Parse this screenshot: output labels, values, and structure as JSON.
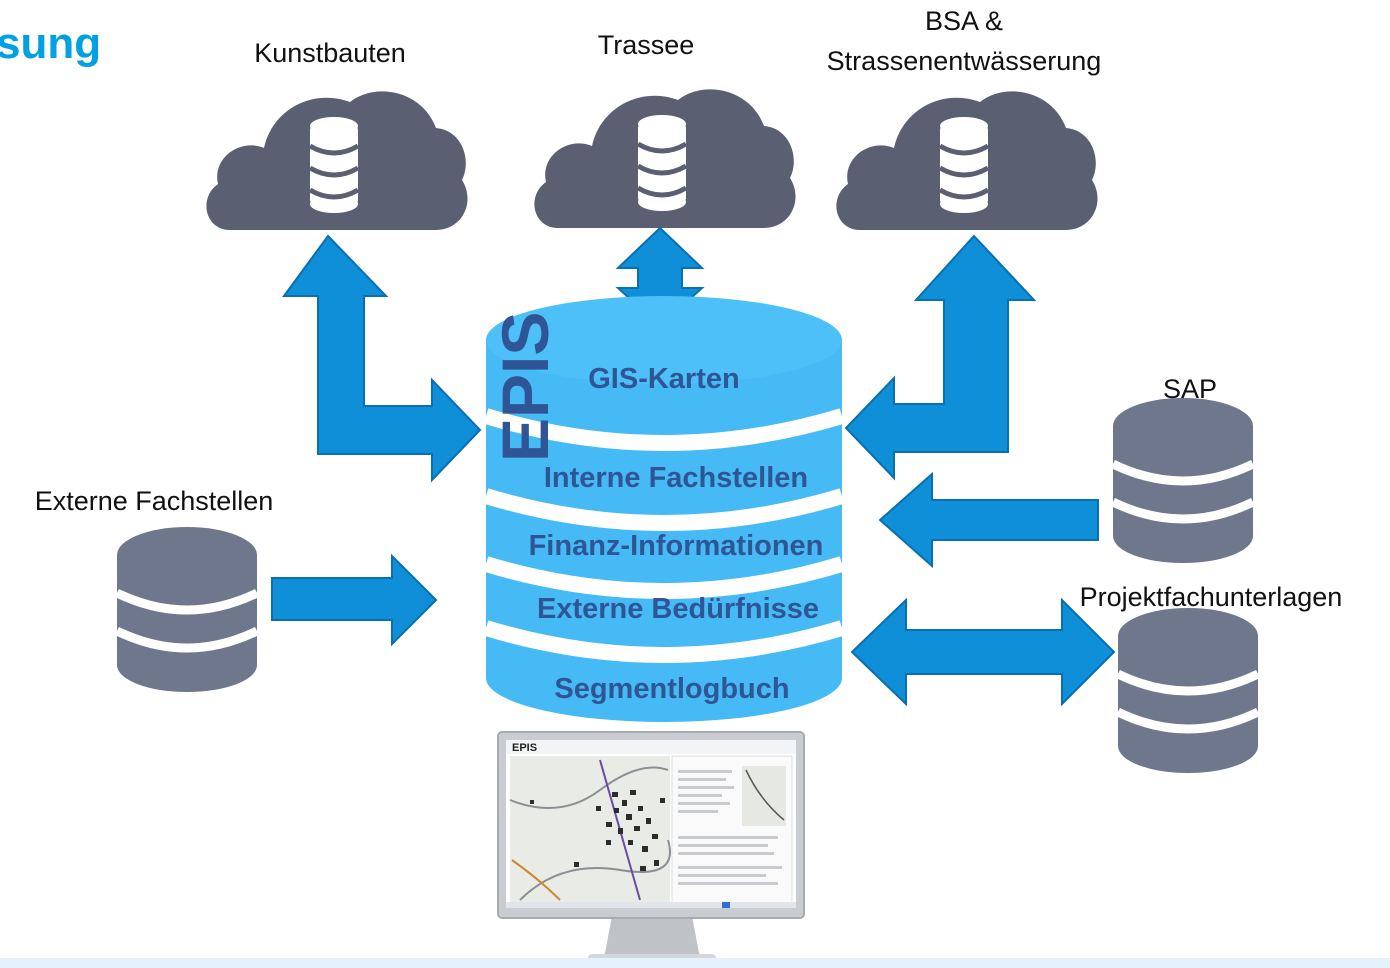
{
  "heading_fragment": "sung",
  "system": {
    "name": "EPIS",
    "layers": [
      "GIS-Karten",
      "Interne Fachstellen",
      "Finanz-Informationen",
      "Externe Bedürfnisse",
      "Segmentlogbuch"
    ]
  },
  "clouds": [
    {
      "lines": [
        "Kunstbauten"
      ]
    },
    {
      "lines": [
        "Trassee"
      ]
    },
    {
      "lines": [
        "BSA &",
        "Strassenentwässerung"
      ]
    }
  ],
  "databases": {
    "sap": "SAP",
    "externe": "Externe Fachstellen",
    "projekt": "Projektfachunterlagen"
  },
  "screen": {
    "logo": "EPIS"
  },
  "colors": {
    "arrow": "#0f8fd8",
    "cylinder": "#45baf5",
    "cloud": "#5a6072",
    "db": "#6f778c",
    "heading": "#00a0e3",
    "layer_text": "#2f5597"
  }
}
